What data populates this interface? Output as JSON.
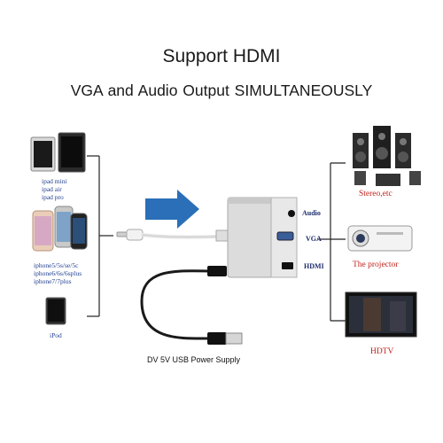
{
  "headline": "Support HDMI",
  "subheadline": "VGA and  Audio Output SIMULTANEOUSLY",
  "left_devices": {
    "ipads": [
      "ipad mini",
      "ipad air",
      "ipad pro"
    ],
    "iphones": [
      "iphone5/5s/se/5c",
      "iphone6/6s/6splus",
      "iphone7/7plus"
    ],
    "ipod": "iPod"
  },
  "ports": {
    "audio": "Audio",
    "vga": "VGA",
    "hdmi": "HDMI"
  },
  "outputs": {
    "stereo": "Stereo,etc",
    "projector": "The projector",
    "hdtv": "HDTV"
  },
  "power_label": "DV 5V USB Power Supply",
  "colors": {
    "arrow": "#2a6fb8",
    "accent_red": "#c0221b",
    "label_blue": "#1f3f8f",
    "lines": "#222222"
  }
}
